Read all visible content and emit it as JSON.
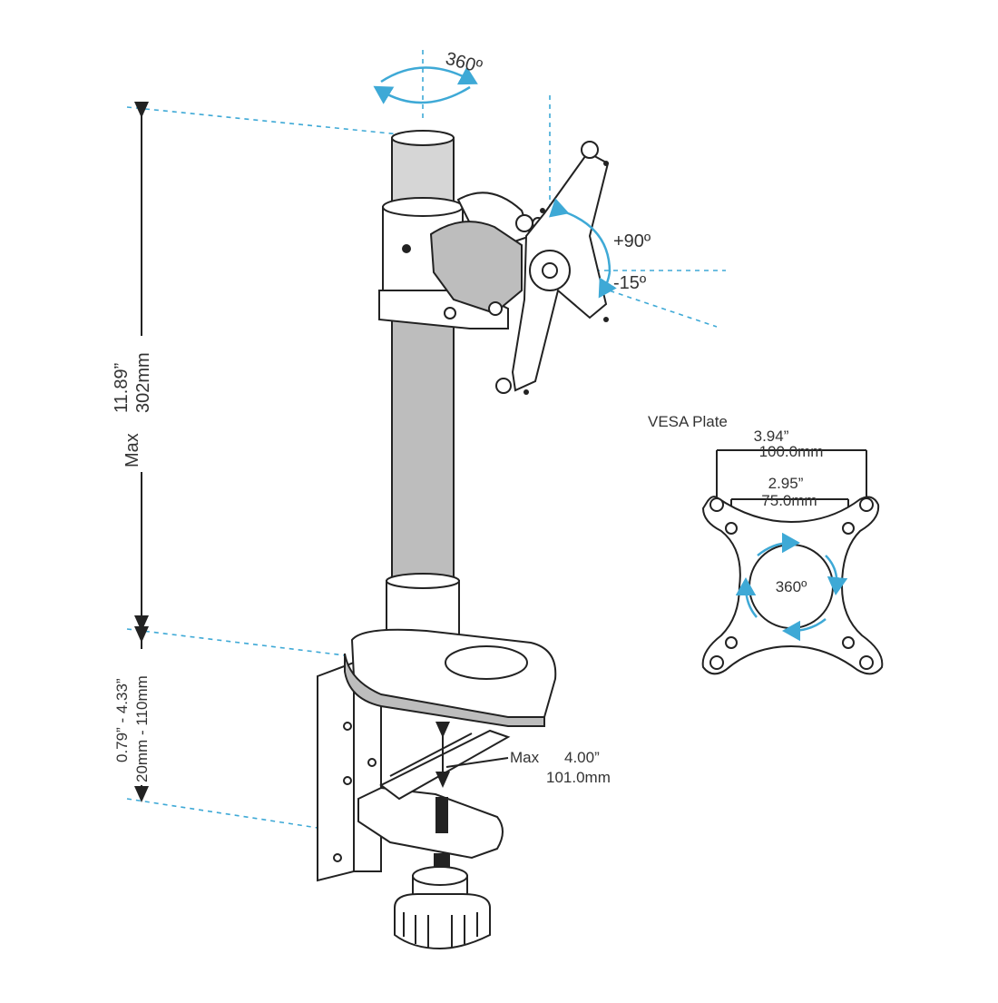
{
  "diagram": {
    "rotation_top": "360º",
    "tilt_up": "+90º",
    "tilt_down": "-15º",
    "height_max": "Max",
    "height_in": "11.89”",
    "height_mm": "302mm",
    "clamp_range_in": "0.79” - 4.33”",
    "clamp_range_mm": "20mm - 110mm",
    "clamp_depth_max": "Max",
    "clamp_depth_in": "4.00”",
    "clamp_depth_mm": "101.0mm",
    "vesa_title": "VESA Plate",
    "vesa_outer_in": "3.94”",
    "vesa_outer_mm": "100.0mm",
    "vesa_inner_in": "2.95”",
    "vesa_inner_mm": "75.0mm",
    "vesa_rotation": "360º"
  },
  "colors": {
    "accent": "#3ea9d6",
    "line": "#222222"
  }
}
